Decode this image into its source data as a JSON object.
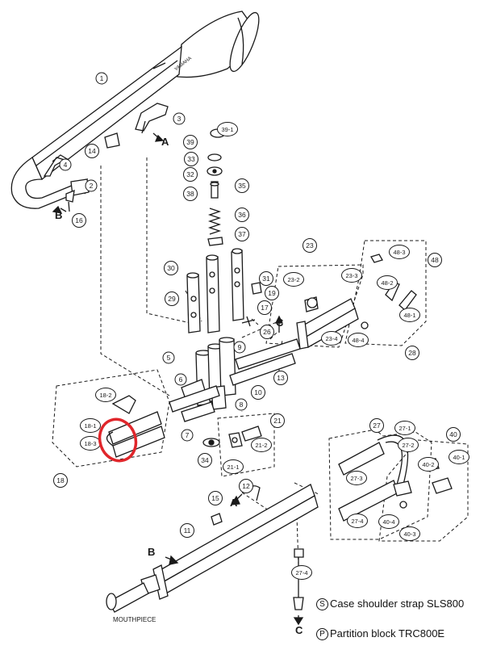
{
  "parts": [
    {
      "id": "1"
    },
    {
      "id": "2"
    },
    {
      "id": "3"
    },
    {
      "id": "4"
    },
    {
      "id": "5"
    },
    {
      "id": "6"
    },
    {
      "id": "7"
    },
    {
      "id": "8"
    },
    {
      "id": "9"
    },
    {
      "id": "10"
    },
    {
      "id": "11"
    },
    {
      "id": "12"
    },
    {
      "id": "13"
    },
    {
      "id": "14"
    },
    {
      "id": "15"
    },
    {
      "id": "16"
    },
    {
      "id": "17"
    },
    {
      "id": "18"
    },
    {
      "id": "18-1"
    },
    {
      "id": "18-2"
    },
    {
      "id": "18-3"
    },
    {
      "id": "19"
    },
    {
      "id": "21"
    },
    {
      "id": "21-1"
    },
    {
      "id": "21-2"
    },
    {
      "id": "23"
    },
    {
      "id": "23-2"
    },
    {
      "id": "23-3"
    },
    {
      "id": "23-4"
    },
    {
      "id": "26"
    },
    {
      "id": "27"
    },
    {
      "id": "27-1"
    },
    {
      "id": "27-2"
    },
    {
      "id": "27-3"
    },
    {
      "id": "27-4"
    },
    {
      "id": "27-4"
    },
    {
      "id": "28"
    },
    {
      "id": "29"
    },
    {
      "id": "30"
    },
    {
      "id": "31"
    },
    {
      "id": "32"
    },
    {
      "id": "33"
    },
    {
      "id": "34"
    },
    {
      "id": "35"
    },
    {
      "id": "36"
    },
    {
      "id": "37"
    },
    {
      "id": "38"
    },
    {
      "id": "39"
    },
    {
      "id": "39-1"
    },
    {
      "id": "40"
    },
    {
      "id": "40-1"
    },
    {
      "id": "40-2"
    },
    {
      "id": "40-3"
    },
    {
      "id": "40-4"
    },
    {
      "id": "48"
    },
    {
      "id": "48-1"
    },
    {
      "id": "48-2"
    },
    {
      "id": "48-3"
    },
    {
      "id": "48-4"
    }
  ],
  "connectors": [
    "A",
    "A",
    "B",
    "B",
    "C",
    "C"
  ],
  "mouthpiece_label": "MOUTHPIECE",
  "bell_stamp": "YAMAHA",
  "legend": [
    {
      "symbol": "S",
      "text": "Case shoulder strap SLS800"
    },
    {
      "symbol": "P",
      "text": "Partition block TRC800E"
    }
  ],
  "highlight_color": "#e0262b",
  "line_color": "#1a1a1a"
}
